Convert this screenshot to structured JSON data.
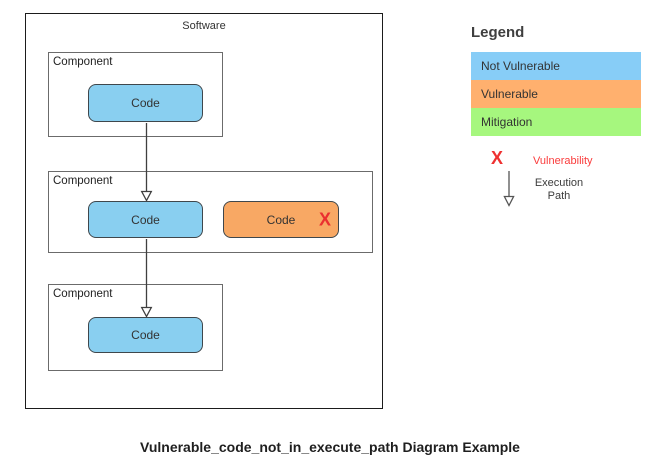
{
  "diagram": {
    "software_label": "Software",
    "components": [
      {
        "label": "Component",
        "code_blocks": [
          {
            "label": "Code",
            "status": "not-vulnerable"
          }
        ]
      },
      {
        "label": "Component",
        "code_blocks": [
          {
            "label": "Code",
            "status": "not-vulnerable"
          },
          {
            "label": "Code",
            "status": "vulnerable",
            "mark": "X"
          }
        ]
      },
      {
        "label": "Component",
        "code_blocks": [
          {
            "label": "Code",
            "status": "not-vulnerable"
          }
        ]
      }
    ]
  },
  "legend": {
    "title": "Legend",
    "items": [
      {
        "label": "Not Vulnerable",
        "color": "#87CDF7"
      },
      {
        "label": "Vulnerable",
        "color": "#FFB06E"
      },
      {
        "label": "Mitigation",
        "color": "#A6F77E"
      }
    ],
    "vulnerability_mark": "X",
    "vulnerability_label": "Vulnerability",
    "execution_path_line1": "Execution",
    "execution_path_line2": "Path"
  },
  "caption": "Vulnerable_code_not_in_execute_path Diagram Example",
  "colors": {
    "not_vulnerable_fill": "#89CFF0",
    "vulnerable_fill": "#F8A864",
    "legend_not_vulnerable": "#87CDF7",
    "legend_vulnerable": "#FFB06E",
    "legend_mitigation": "#A6F77E",
    "vulnerability_red": "#EE3131",
    "component_border": "#6B6B6B",
    "software_border": "#1B1B1B"
  }
}
